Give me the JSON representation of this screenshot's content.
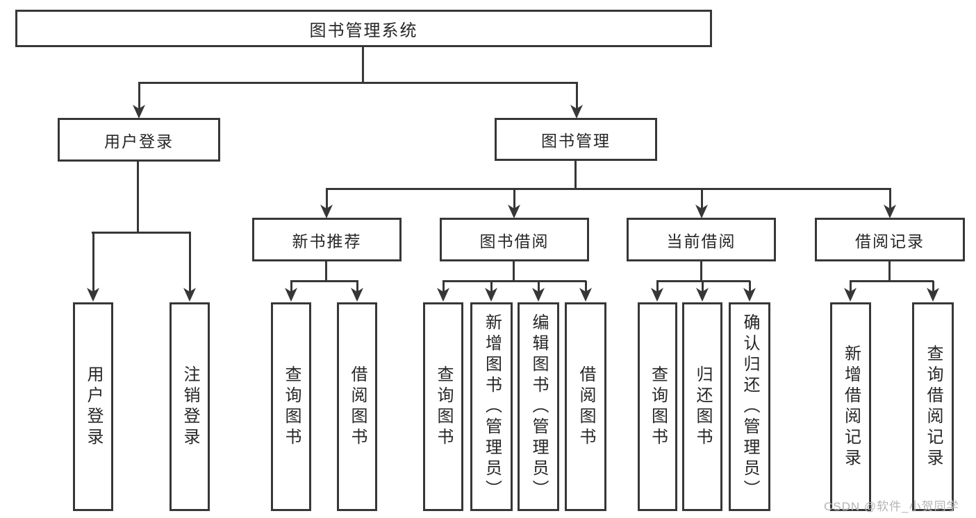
{
  "tree": {
    "root": {
      "label": "图书管理系统",
      "children": [
        {
          "label": "用户登录",
          "children": [
            {
              "label": "用户登录"
            },
            {
              "label": "注销登录"
            }
          ]
        },
        {
          "label": "图书管理",
          "children": [
            {
              "label": "新书推荐",
              "children": [
                {
                  "label": "查询图书"
                },
                {
                  "label": "借阅图书"
                }
              ]
            },
            {
              "label": "图书借阅",
              "children": [
                {
                  "label": "查询图书"
                },
                {
                  "label": "新增图书（管理员）"
                },
                {
                  "label": "编辑图书（管理员）"
                },
                {
                  "label": "借阅图书"
                }
              ]
            },
            {
              "label": "当前借阅",
              "children": [
                {
                  "label": "查询图书"
                },
                {
                  "label": "归还图书"
                },
                {
                  "label": "确认归还（管理员）"
                }
              ]
            },
            {
              "label": "借阅记录",
              "children": [
                {
                  "label": "新增借阅记录"
                },
                {
                  "label": "查询借阅记录"
                }
              ]
            }
          ]
        }
      ]
    }
  },
  "watermark": {
    "text": "CSDN @软件_小贺同学"
  },
  "colors": {
    "line": "#373737",
    "text": "#262626",
    "watermark": "#b4b4b4",
    "background": "#ffffff"
  }
}
